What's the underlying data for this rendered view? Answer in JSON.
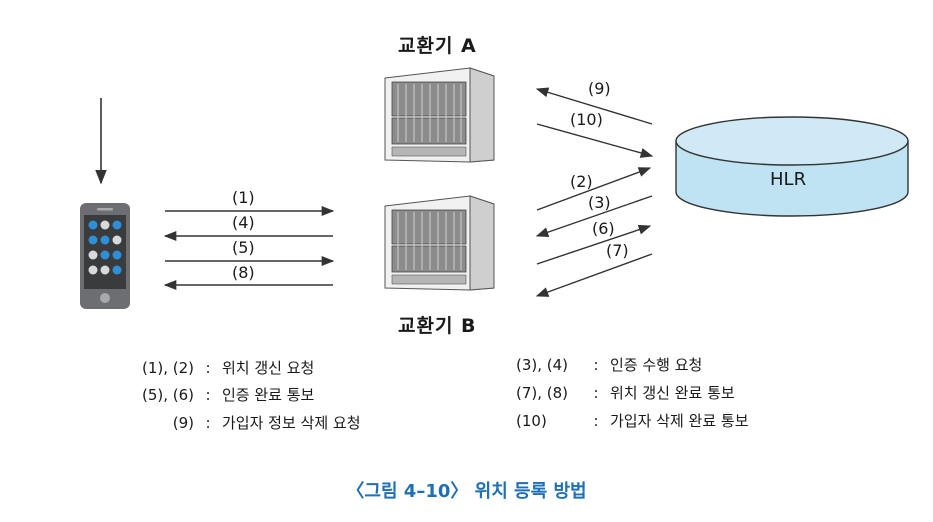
{
  "nodes": {
    "switch_a": "교환기 A",
    "switch_b": "교환기 B",
    "hlr": "HLR"
  },
  "arrows": {
    "a9": "(9)",
    "a10": "(10)",
    "a1": "(1)",
    "a4": "(4)",
    "a5": "(5)",
    "a8": "(8)",
    "a2": "(2)",
    "a3": "(3)",
    "a6": "(6)",
    "a7": "(7)"
  },
  "legend": {
    "left": [
      {
        "key": "(1), (2)",
        "colon": ":",
        "text": "위치 갱신 요청"
      },
      {
        "key": "(5), (6)",
        "colon": ":",
        "text": "인증 완료 통보"
      },
      {
        "key": "(9)",
        "colon": ":",
        "text": "가입자 정보 삭제 요청"
      }
    ],
    "right": [
      {
        "key": "(3), (4)",
        "colon": ":",
        "text": "인증 수행 요청"
      },
      {
        "key": "(7), (8)",
        "colon": ":",
        "text": "위치 갱신 완료 통보"
      },
      {
        "key": "(10)",
        "colon": ":",
        "text": "가입자 삭제 완료 통보"
      }
    ]
  },
  "caption": {
    "figure": "〈그림 4–10〉",
    "title": "위치 등록 방법"
  },
  "colors": {
    "hlr_fill": "#bfe3f2",
    "caption": "#1f6fb4",
    "phone_body": "#6d6e71",
    "phone_screen": "#3a3b3d",
    "app_blue": "#2f8fd6"
  }
}
